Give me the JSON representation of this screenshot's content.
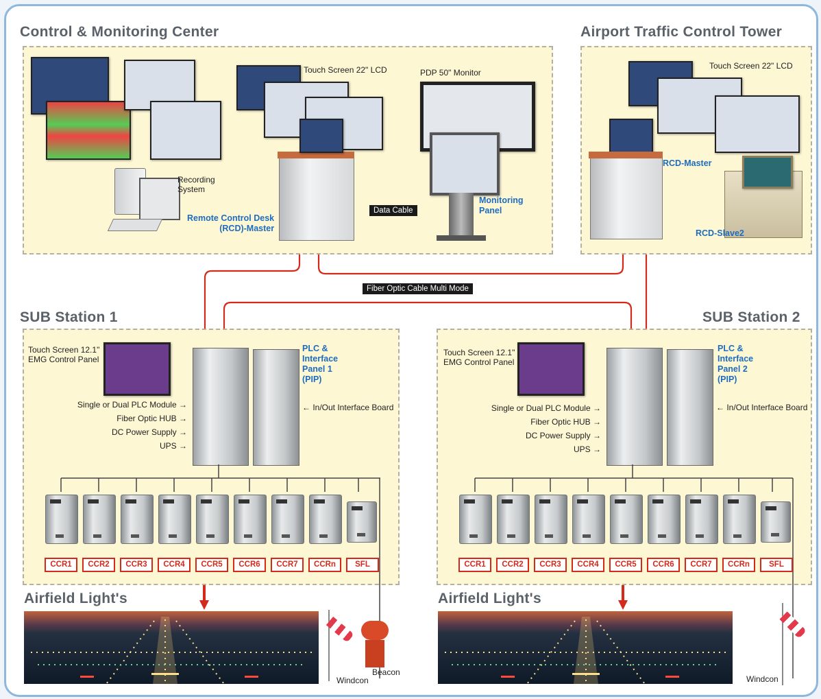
{
  "sections": {
    "control_center": "Control & Monitoring Center",
    "tower": "Airport Traffic Control Tower",
    "sub1": "SUB Station 1",
    "sub2": "SUB Station 2",
    "airfield1": "Airfield Light's",
    "airfield2": "Airfield Light's"
  },
  "control_center": {
    "touch_screen": "Touch Screen 22\" LCD",
    "pdp_monitor": "PDP 50\" Monitor",
    "recording_system": "Recording\nSystem",
    "rcd_master": "Remote Control Desk\n(RCD)-Master",
    "data_cable": "Data Cable",
    "monitoring_panel": "Monitoring\nPanel"
  },
  "tower": {
    "touch_screen": "Touch Screen 22\" LCD",
    "rcd_master": "RCD-Master",
    "rcd_slave2": "RCD-Slave2"
  },
  "fiber_optic": "Fiber Optic Cable Multi Mode",
  "sub1": {
    "touch_screen": "Touch Screen 12.1\"\nEMG Control Panel",
    "plc_panel": "PLC &\nInterface\nPanel 1\n(PIP)",
    "io_board": "← In/Out Interface Board",
    "components": [
      "Single or Dual PLC Module",
      "Fiber Optic HUB",
      "DC Power Supply",
      "UPS"
    ],
    "units": [
      "CCR1",
      "CCR2",
      "CCR3",
      "CCR4",
      "CCR5",
      "CCR6",
      "CCR7",
      "CCRn",
      "SFL"
    ]
  },
  "sub2": {
    "touch_screen": "Touch Screen 12.1\"\nEMG Control Panel",
    "plc_panel": "PLC &\nInterface\nPanel 2\n(PIP)",
    "io_board": "← In/Out Interface Board",
    "components": [
      "Single or Dual PLC Module",
      "Fiber Optic HUB",
      "DC Power Supply",
      "UPS"
    ],
    "units": [
      "CCR1",
      "CCR2",
      "CCR3",
      "CCR4",
      "CCR5",
      "CCR6",
      "CCR7",
      "CCRn",
      "SFL"
    ]
  },
  "field1": {
    "windcon": "Windcon",
    "beacon": "Beacon"
  },
  "field2": {
    "windcon": "Windcon"
  },
  "colors": {
    "cable": "#d42a1c",
    "zone_fill": "#fdf7d4",
    "label_blue": "#1e6cbf",
    "frame": "#8fb6dc",
    "title_gray": "#5b6168"
  }
}
